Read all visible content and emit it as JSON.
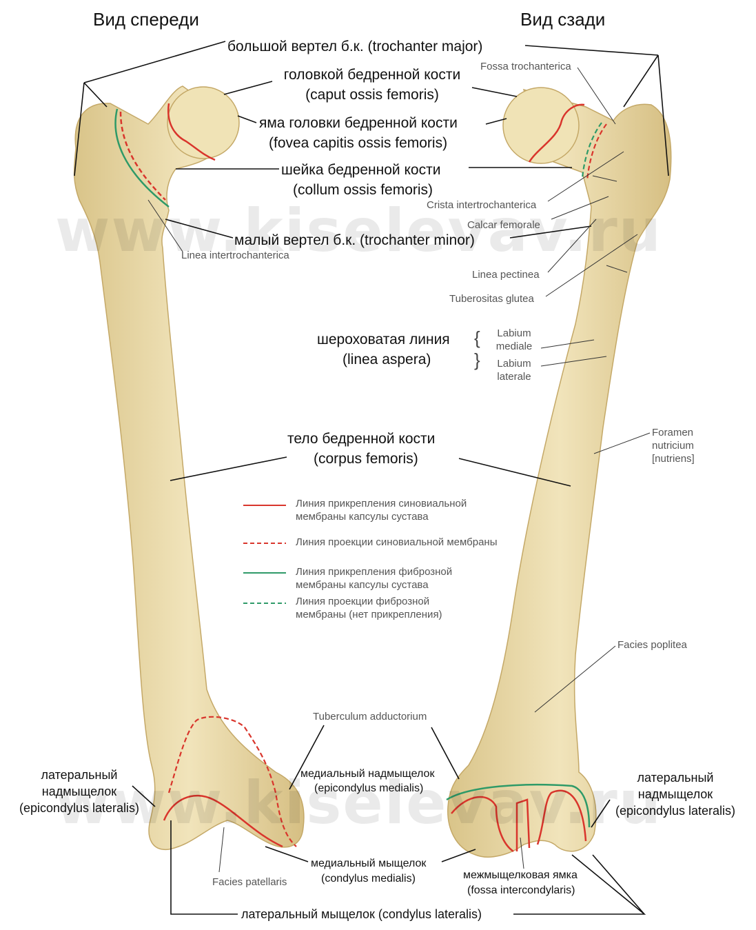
{
  "titles": {
    "front": "Вид спереди",
    "back": "Вид сзади"
  },
  "watermark": "www.kiselevav.ru",
  "labels": {
    "trochanter_major": "большой вертел б.к. (trochanter major)",
    "caput_ru": "головкой бедренной кости",
    "caput_la": "(caput ossis  femoris)",
    "fovea_ru": "яма головки бедренной кости",
    "fovea_la": "(fovea capitis ossis femoris)",
    "collum_ru": "шейка бедренной кости",
    "collum_la": "(collum ossis femoris)",
    "trochanter_minor": "малый вертел б.к. (trochanter minor)",
    "linea_aspera_ru": "шероховатая линия",
    "linea_aspera_la": "(linea aspera)",
    "corpus_ru": "тело бедренной кости",
    "corpus_la": "(corpus femoris)",
    "epic_med_ru": "медиальный надмыщелок",
    "epic_med_la": "(epicondylus medialis)",
    "epic_lat_ru1": "латеральный",
    "epic_lat_ru2": "надмыщелок",
    "epic_lat_la": "(epicondylus lateralis)",
    "cond_med_ru": "медиальный мыщелок",
    "cond_med_la": "(condylus medialis)",
    "fossa_ic_ru": "межмыщелковая ямка",
    "fossa_ic_la": "(fossa intercondylaris)",
    "cond_lat": "латеральный мыщелок (condylus lateralis)"
  },
  "latin": {
    "linea_intertrochanterica": "Linea intertrochanterica",
    "fossa_trochanterica": "Fossa trochanterica",
    "crista_intertrochanterica": "Crista intertrochanterica",
    "calcar_femorale": "Calcar femorale",
    "linea_pectinea": "Linea pectinea",
    "tuberositas_glutea": "Tuberositas glutea",
    "labium_mediale_1": "Labium",
    "labium_mediale_2": "mediale",
    "labium_laterale_1": "Labium",
    "labium_laterale_2": "laterale",
    "foramen_1": "Foramen",
    "foramen_2": "nutricium",
    "foramen_3": "[nutriens]",
    "facies_poplitea": "Facies poplitea",
    "tuberculum_adductorium": "Tuberculum adductorium",
    "facies_patellaris": "Facies patellaris"
  },
  "legend": [
    {
      "line1": "Линия прикрепления синовиальной",
      "line2": "мембраны капсулы сустава",
      "color": "#d9352c",
      "style": "solid"
    },
    {
      "line1": "Линия проекции синовиальной мембраны",
      "line2": "",
      "color": "#d9352c",
      "style": "dashed"
    },
    {
      "line1": "Линия прикрепления фиброзной",
      "line2": "мембраны капсулы сустава",
      "color": "#2e9a68",
      "style": "solid"
    },
    {
      "line1": "Линия проекции фиброзной",
      "line2": "мембраны (нет прикрепления)",
      "color": "#2e9a68",
      "style": "dashed"
    }
  ],
  "colors": {
    "bone": "#ead9a6",
    "bone_edge": "#c4a867",
    "red": "#d9352c",
    "green": "#2e9a68"
  }
}
